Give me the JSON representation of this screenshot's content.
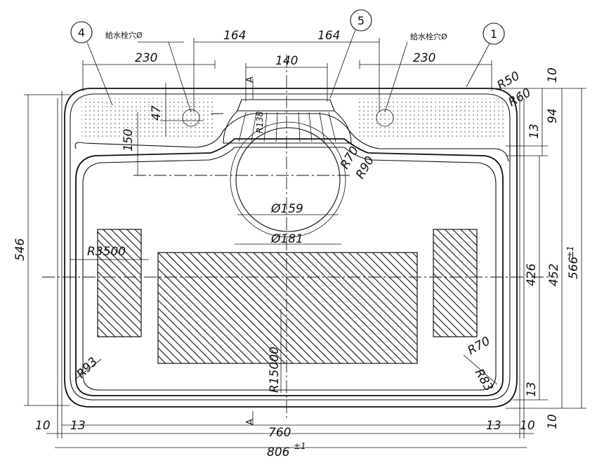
{
  "callouts": [
    {
      "number": "4",
      "label": "給水栓穴Ø"
    },
    {
      "number": "5",
      "label": ""
    },
    {
      "number": "1",
      "label": "給水栓穴Ø"
    }
  ],
  "dimensions": {
    "faucet_left_offset": "164",
    "faucet_right_offset": "164",
    "faucet_span_left": "230",
    "faucet_span_right": "230",
    "drain_width": "140",
    "deck_depth": "150",
    "faucet_hole_depth": "47",
    "radius_r50": "R50",
    "radius_r60": "R60",
    "radius_r70_top": "R70",
    "radius_r90": "R90",
    "radius_r138": "R138",
    "right_top_10": "10",
    "right_94": "94",
    "right_13_top": "13",
    "drain_diameter_159": "Ø159",
    "drain_diameter_181": "Ø181",
    "left_height": "546",
    "bowl_height_426": "426",
    "bowl_height_452": "452",
    "overall_depth": "566",
    "overall_depth_tol": "±1",
    "radius_r3500": "R3500",
    "radius_r15000": "R15000",
    "radius_r93": "R93",
    "radius_r70_bottom": "R70",
    "radius_r83": "R83",
    "right_13_bottom": "13",
    "right_10_bottom": "10",
    "bottom_left_10": "10",
    "bottom_left_13": "13",
    "bowl_width": "760",
    "bottom_right_13": "13",
    "bottom_right_10": "10",
    "overall_width": "806",
    "overall_width_tol": "±1",
    "section_mark": "A"
  }
}
